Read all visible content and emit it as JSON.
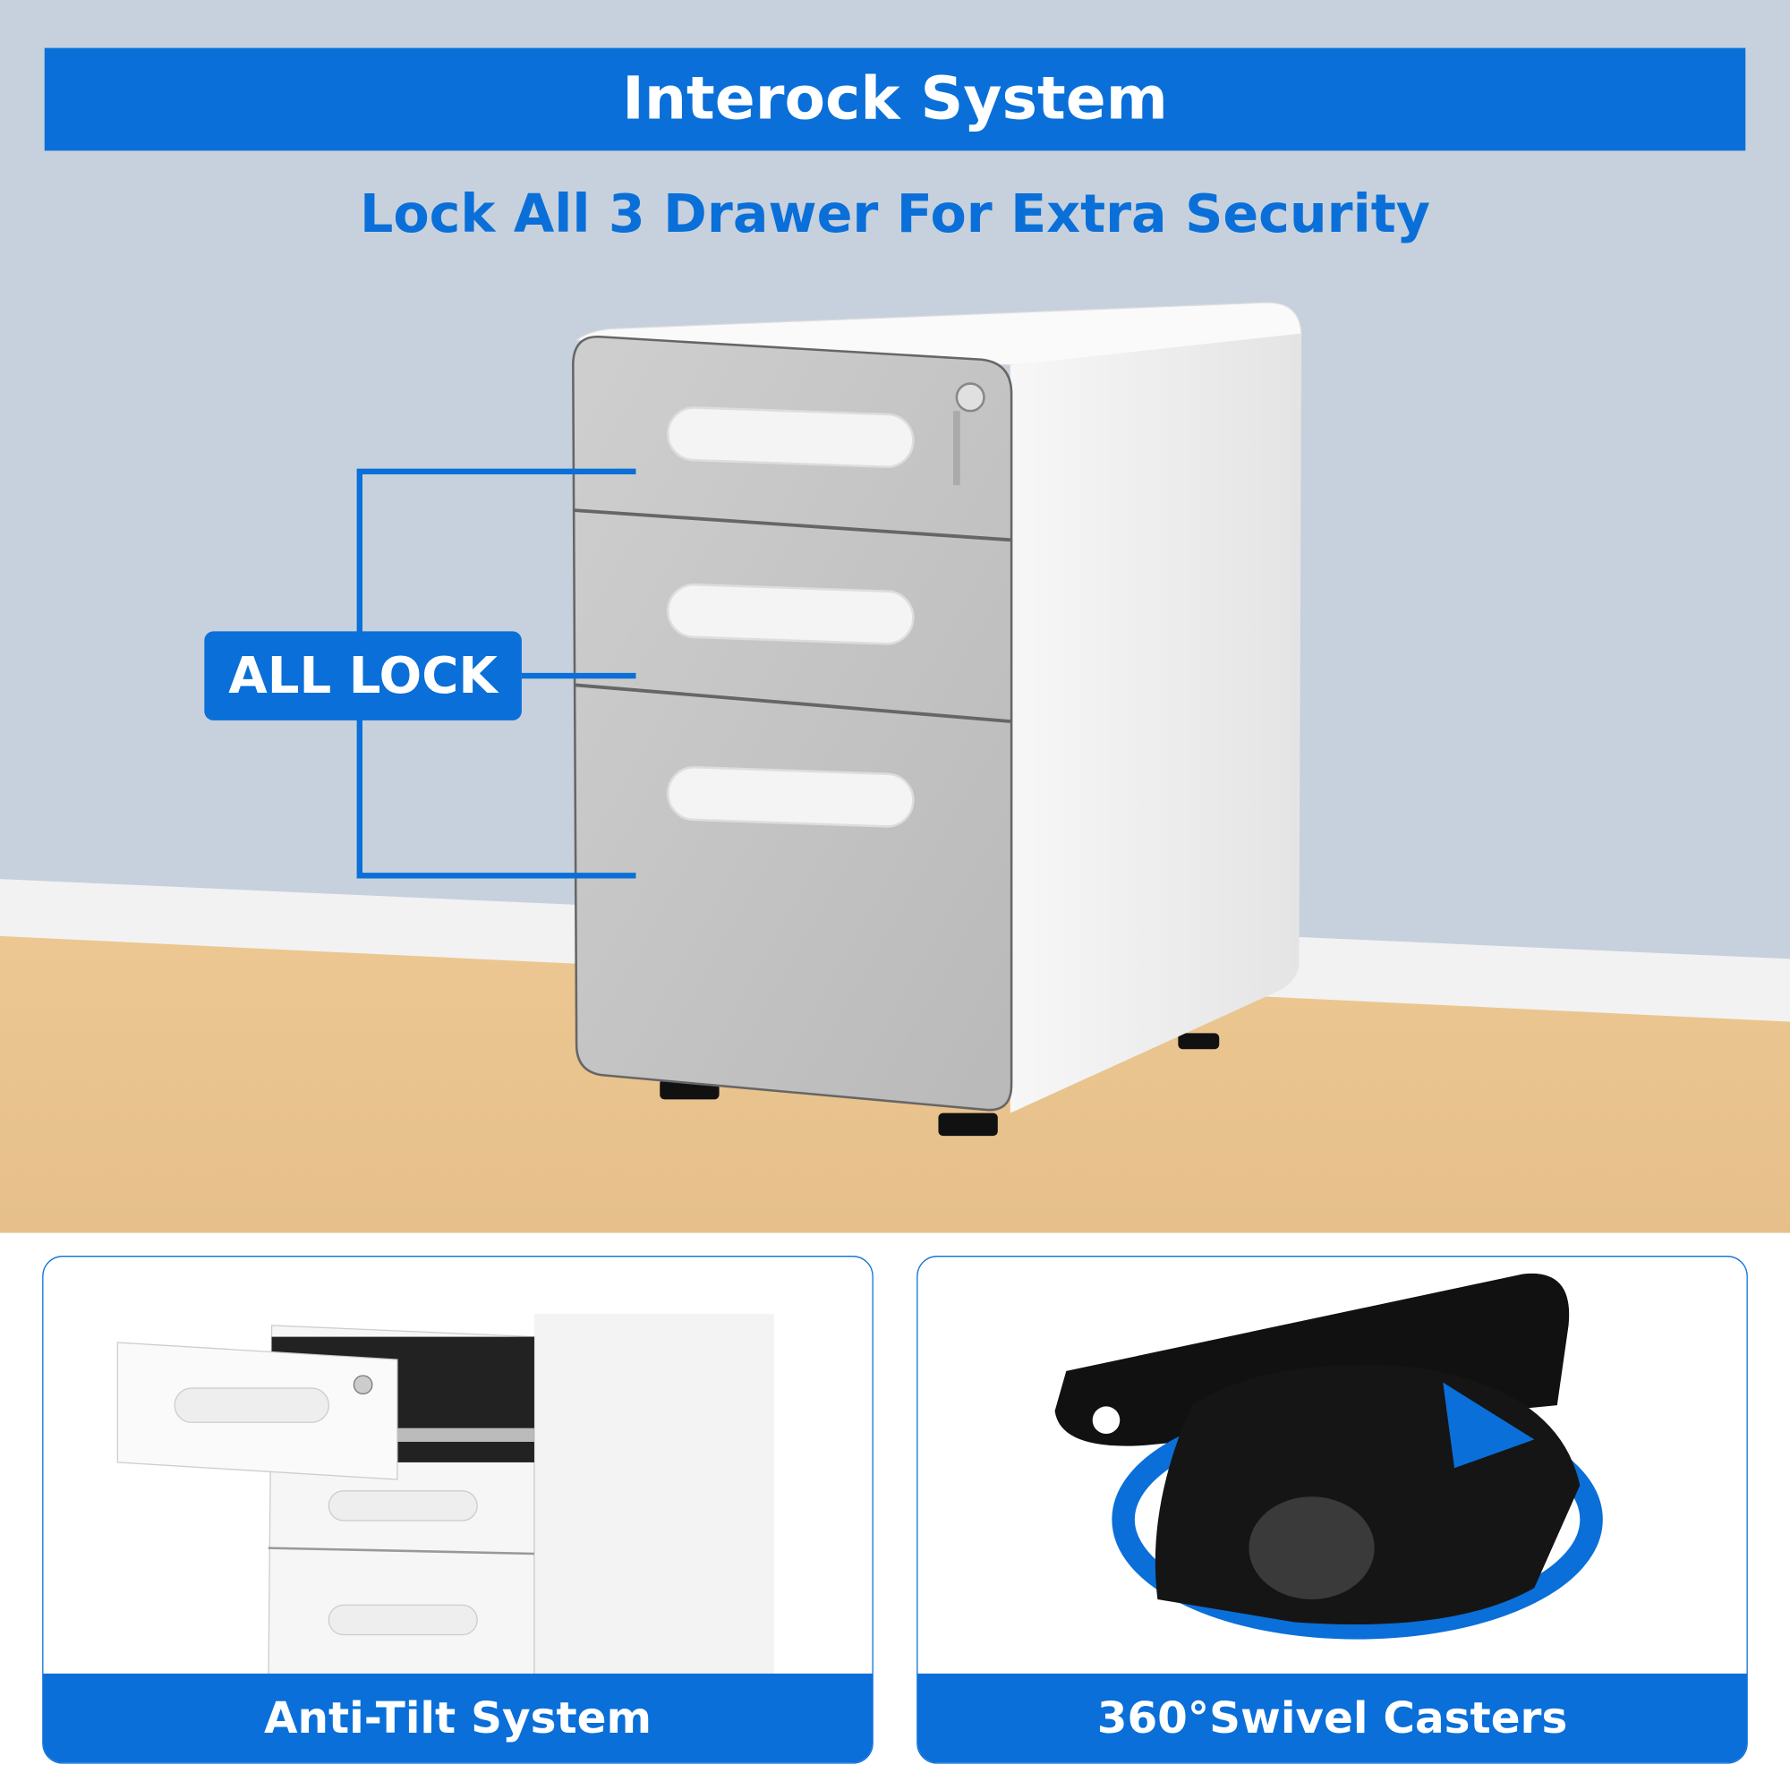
{
  "header": {
    "title": "Interock System"
  },
  "subtitle": "Lock All 3 Drawer For Extra Security",
  "callout": {
    "label": "ALL LOCK"
  },
  "features": [
    {
      "label": "Anti-Tilt System"
    },
    {
      "label": "360°Swivel Casters"
    }
  ],
  "colors": {
    "accent": "#0a6fd8",
    "wall": "#c6d1dd",
    "floor": "#e9c48f",
    "drawer": "#c4c4c4"
  }
}
